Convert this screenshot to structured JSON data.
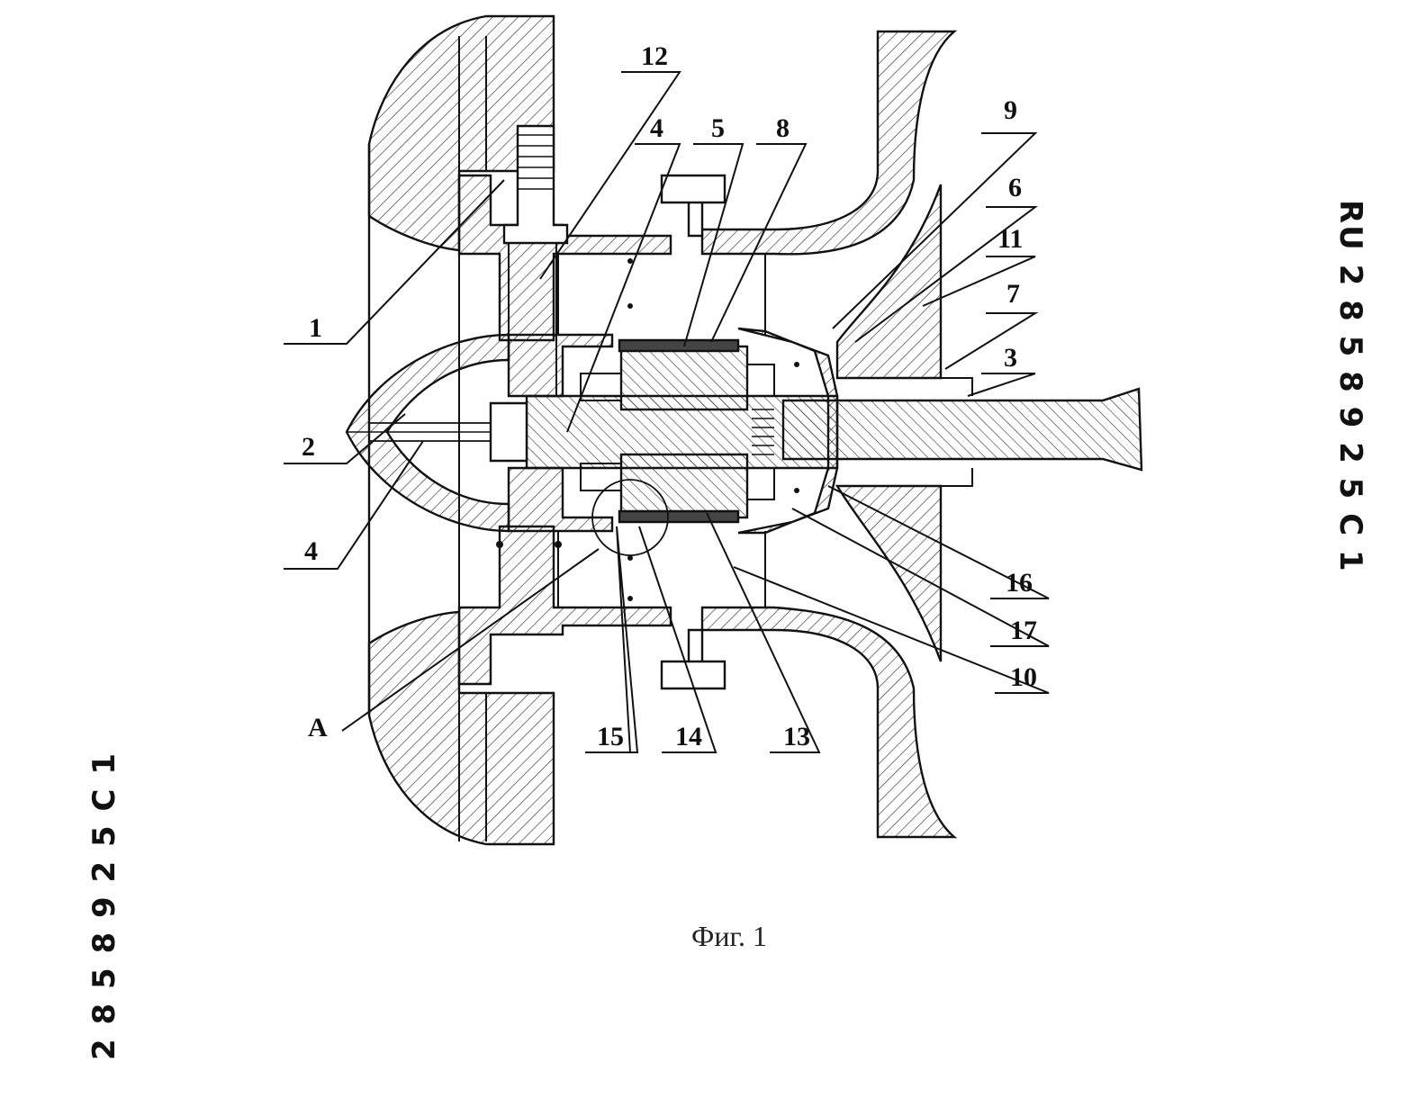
{
  "document": {
    "caption": "Фиг. 1",
    "side_code_right": "RU    2 8 5 8 9 2 5    C 1",
    "side_code_left": "2 8 5 8 9 2 5    C 1"
  },
  "diagram": {
    "callouts": [
      {
        "label": "12"
      },
      {
        "label": "4"
      },
      {
        "label": "5"
      },
      {
        "label": "8"
      },
      {
        "label": "9"
      },
      {
        "label": "6"
      },
      {
        "label": "11"
      },
      {
        "label": "7"
      },
      {
        "label": "3"
      },
      {
        "label": "1"
      },
      {
        "label": "2"
      },
      {
        "label": "4"
      },
      {
        "label": "16"
      },
      {
        "label": "17"
      },
      {
        "label": "10"
      },
      {
        "label": "A"
      },
      {
        "label": "15"
      },
      {
        "label": "14"
      },
      {
        "label": "13"
      }
    ]
  }
}
